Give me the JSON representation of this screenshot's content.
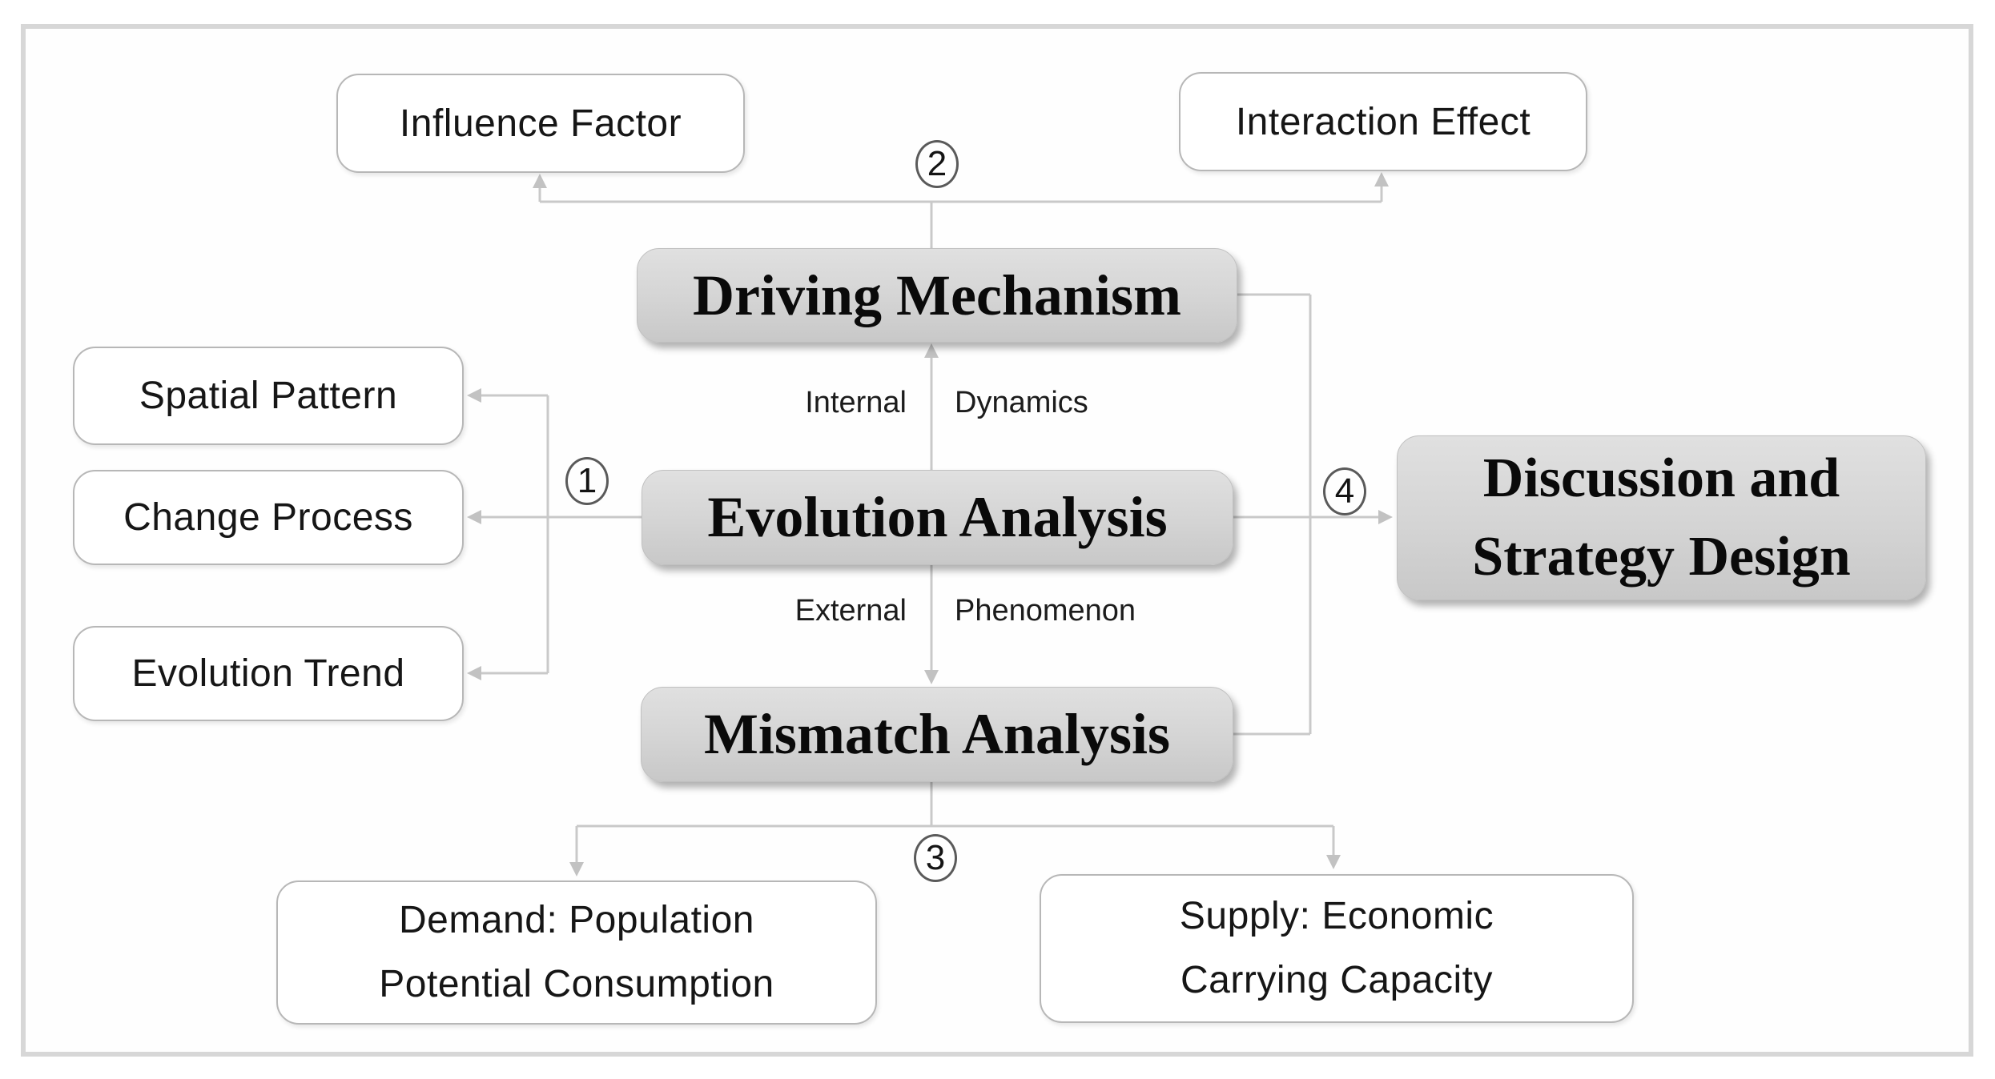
{
  "diagram": {
    "nodes": {
      "influence_factor": "Influence Factor",
      "interaction_effect": "Interaction Effect",
      "driving_mechanism": "Driving Mechanism",
      "evolution_analysis": "Evolution Analysis",
      "mismatch_analysis": "Mismatch Analysis",
      "discussion_line1": "Discussion and",
      "discussion_line2": "Strategy Design",
      "spatial_pattern": "Spatial Pattern",
      "change_process": "Change Process",
      "evolution_trend": "Evolution Trend",
      "demand_line1": "Demand: Population",
      "demand_line2": "Potential Consumption",
      "supply_line1": "Supply: Economic",
      "supply_line2": "Carrying Capacity"
    },
    "edge_labels": {
      "internal": "Internal",
      "dynamics": "Dynamics",
      "external": "External",
      "phenomenon": "Phenomenon"
    },
    "step_badges": {
      "one": "1",
      "two": "2",
      "three": "3",
      "four": "4"
    },
    "colors": {
      "gray_node_fill_top": "#e0e0e0",
      "gray_node_fill_bottom": "#c8c8c8",
      "white_node_border": "#b7b7b7",
      "connector_line": "#c9c9c9",
      "arrowhead": "#c2c2c2",
      "frame_border": "#d7d7d7",
      "text": "#111111"
    }
  }
}
